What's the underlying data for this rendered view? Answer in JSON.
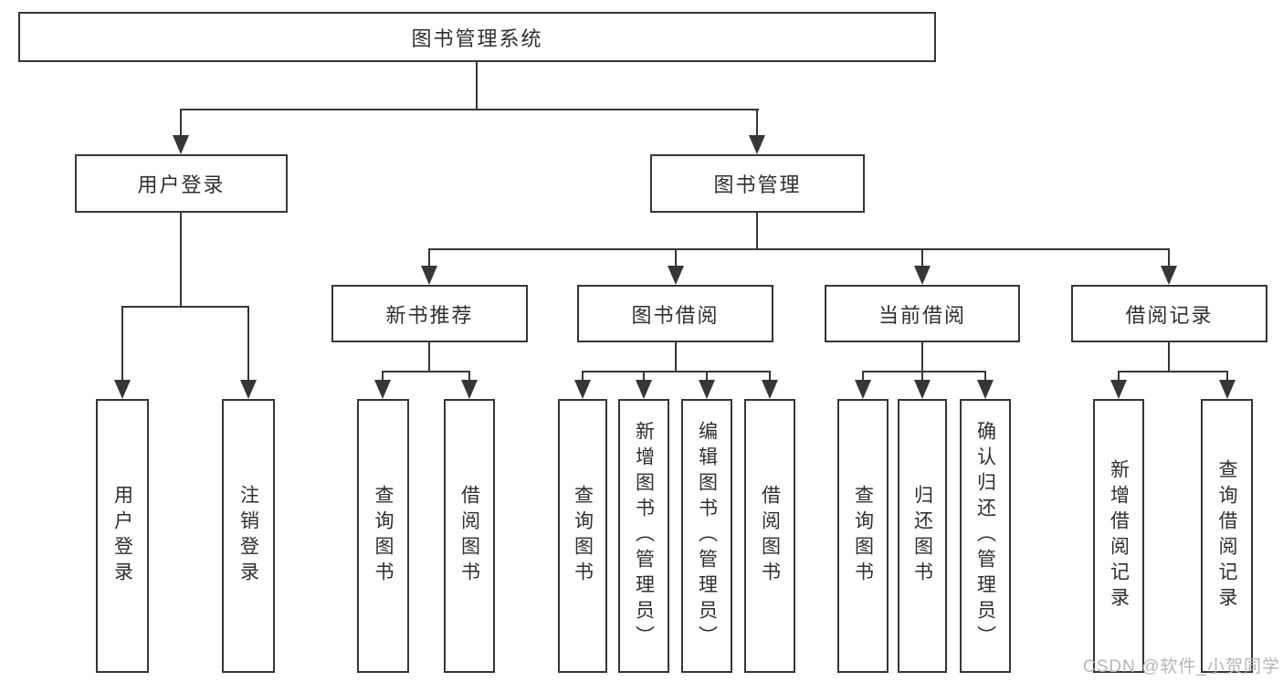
{
  "nodes": {
    "root": "图书管理系统",
    "user_login": "用户登录",
    "book_mgmt": "图书管理",
    "new_book_rec": "新书推荐",
    "book_borrow": "图书借阅",
    "current_borrow": "当前借阅",
    "borrow_records": "借阅记录",
    "ul_login": "用户登录",
    "ul_logout": "注销登录",
    "nbr_query": "查询图书",
    "nbr_borrow": "借阅图书",
    "bb_query": "查询图书",
    "bb_add": "新增图书（管理员）",
    "bb_edit": "编辑图书（管理员）",
    "bb_borrow": "借阅图书",
    "cb_query": "查询图书",
    "cb_return": "归还图书",
    "cb_confirm": "确认归还（管理员）",
    "br_add": "新增借阅记录",
    "br_query": "查询借阅记录"
  },
  "hierarchy": {
    "图书管理系统": {
      "用户登录": [
        "用户登录",
        "注销登录"
      ],
      "图书管理": {
        "新书推荐": [
          "查询图书",
          "借阅图书"
        ],
        "图书借阅": [
          "查询图书",
          "新增图书（管理员）",
          "编辑图书（管理员）",
          "借阅图书"
        ],
        "当前借阅": [
          "查询图书",
          "归还图书",
          "确认归还（管理员）"
        ],
        "借阅记录": [
          "新增借阅记录",
          "查询借阅记录"
        ]
      }
    }
  },
  "watermark": "CSDN @软件_小贺同学",
  "colors": {
    "line": "#363636",
    "text": "#2f2f2f",
    "background": "#ffffff",
    "watermark": "#b5b5b5"
  }
}
